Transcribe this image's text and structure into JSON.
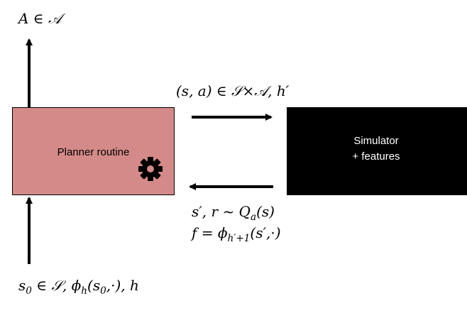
{
  "output_label": "A ∈ 𝒜",
  "query_label": "(s, a) ∈ 𝒮×𝒜, h′",
  "planner": {
    "label": "Planner routine",
    "icon": "gear-icon"
  },
  "simulator": {
    "label_line1": "Simulator",
    "label_line2": "+ features"
  },
  "response": {
    "line1": "s′, r ~ Q",
    "line1_sub": "a",
    "line1_end": "(s)",
    "line2_start": "f = ϕ",
    "line2_sub": "h′+1",
    "line2_end": "(s′,·)"
  },
  "input": {
    "s": "s",
    "s_sub": "0",
    "mid": " ∈ 𝒮, ϕ",
    "phi_sub": "h",
    "end": "(s",
    "end_sub": "0",
    "tail": ",·), h"
  }
}
